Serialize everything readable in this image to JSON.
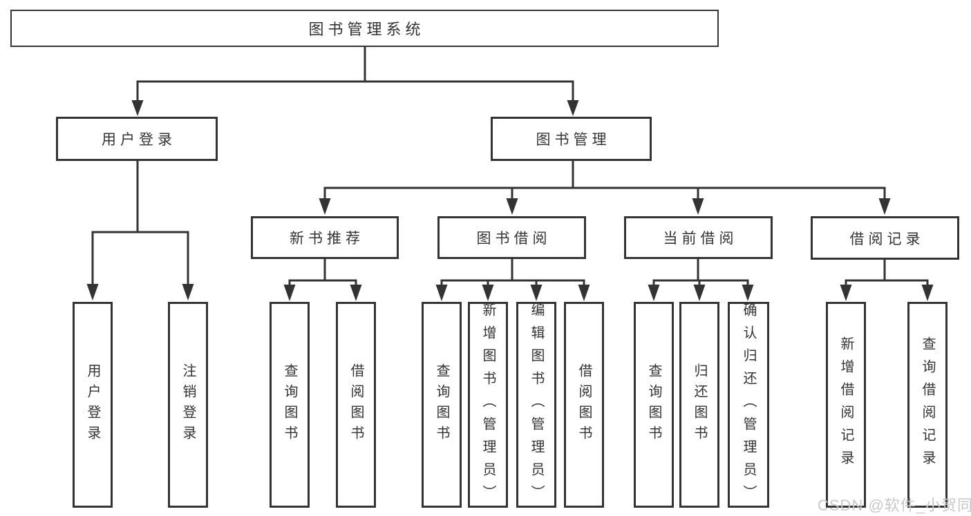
{
  "colors": {
    "line": "#333333",
    "text": "#333333",
    "box_fill": "#ffffff",
    "background": "#ffffff",
    "watermark": "#c8c8c8"
  },
  "tree": {
    "root": {
      "label": "图书管理系统"
    },
    "branches": [
      {
        "label": "用户登录",
        "children": [
          {
            "label": "用户登录"
          },
          {
            "label": "注销登录"
          }
        ]
      },
      {
        "label": "图书管理",
        "children": [
          {
            "label": "新书推荐",
            "children": [
              {
                "label": "查询图书"
              },
              {
                "label": "借阅图书"
              }
            ]
          },
          {
            "label": "图书借阅",
            "children": [
              {
                "label": "查询图书"
              },
              {
                "label": "新增图书（管理员）"
              },
              {
                "label": "编辑图书（管理员）"
              },
              {
                "label": "借阅图书"
              }
            ]
          },
          {
            "label": "当前借阅",
            "children": [
              {
                "label": "查询图书"
              },
              {
                "label": "归还图书"
              },
              {
                "label": "确认归还（管理员）"
              }
            ]
          },
          {
            "label": "借阅记录",
            "children": [
              {
                "label": "新增借阅记录"
              },
              {
                "label": "查询借阅记录"
              }
            ]
          }
        ]
      }
    ]
  },
  "watermark": {
    "text": "CSDN @软件_小贺同学"
  }
}
